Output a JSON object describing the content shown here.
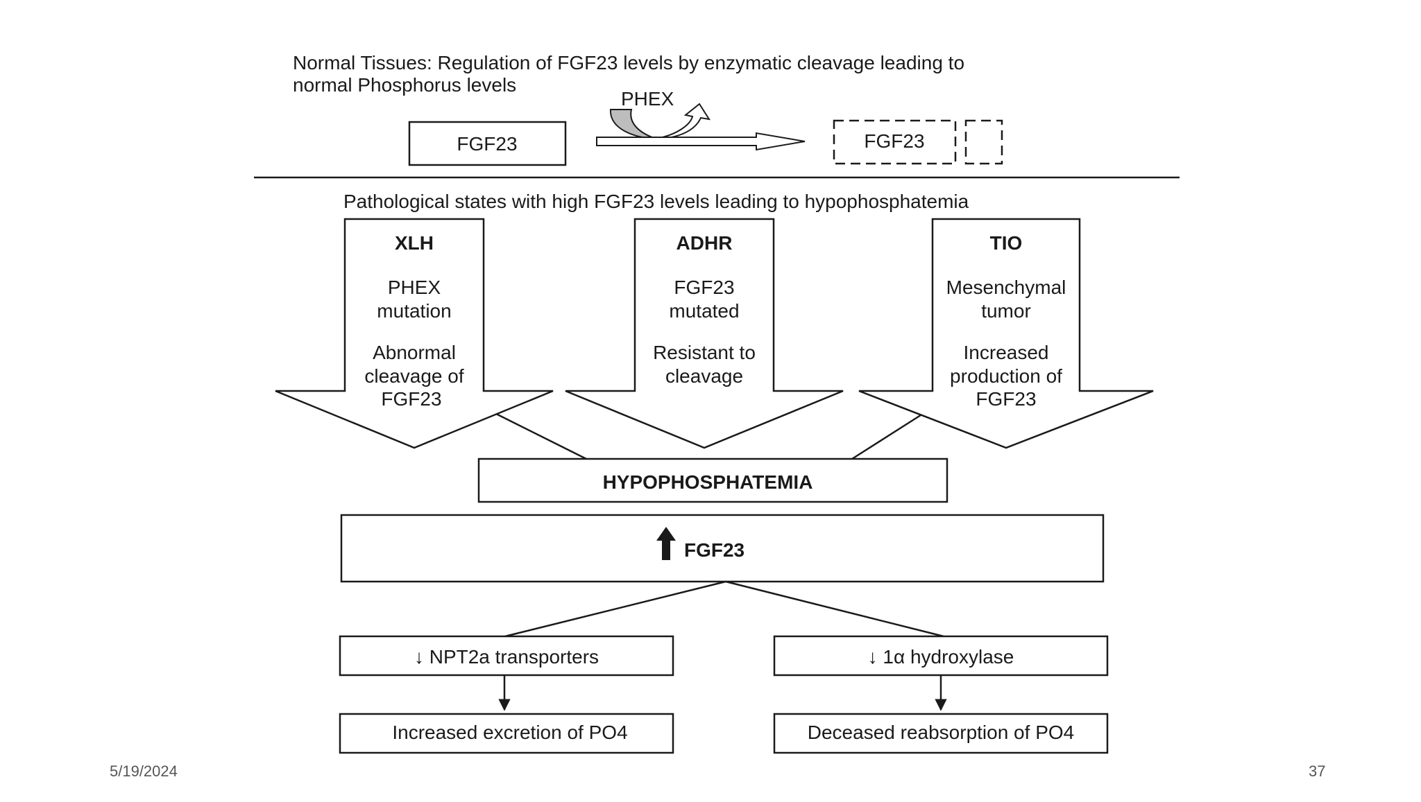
{
  "normal": {
    "title_line1": "Normal Tissues: Regulation of FGF23 levels by enzymatic cleavage leading to",
    "title_line2": "normal Phosphorus levels",
    "phex_label": "PHEX",
    "fgf23_box": "FGF23",
    "fgf23_cleaved": "FGF23"
  },
  "pathological": {
    "title": "Pathological states with high FGF23 levels leading to hypophosphatemia",
    "arrows": [
      {
        "title": "XLH",
        "line1": "PHEX",
        "line2": "mutation",
        "line3": "Abnormal",
        "line4": "cleavage of",
        "line5": "FGF23"
      },
      {
        "title": "ADHR",
        "line1": "FGF23",
        "line2": "mutated",
        "line3": "Resistant to",
        "line4": "cleavage",
        "line5": ""
      },
      {
        "title": "TIO",
        "line1": "Mesenchymal",
        "line2": "tumor",
        "line3": "Increased",
        "line4": "production of",
        "line5": "FGF23"
      }
    ]
  },
  "hypophosphatemia": "HYPOPHOSPHATEMIA",
  "fgf23_up": "FGF23",
  "effects": {
    "left_box": "↓ NPT2a transporters",
    "right_box": "↓ 1α hydroxylase",
    "left_result": "Increased excretion of PO4",
    "right_result": "Deceased reabsorption of PO4"
  },
  "footer": {
    "date": "5/19/2024",
    "page": "37"
  }
}
